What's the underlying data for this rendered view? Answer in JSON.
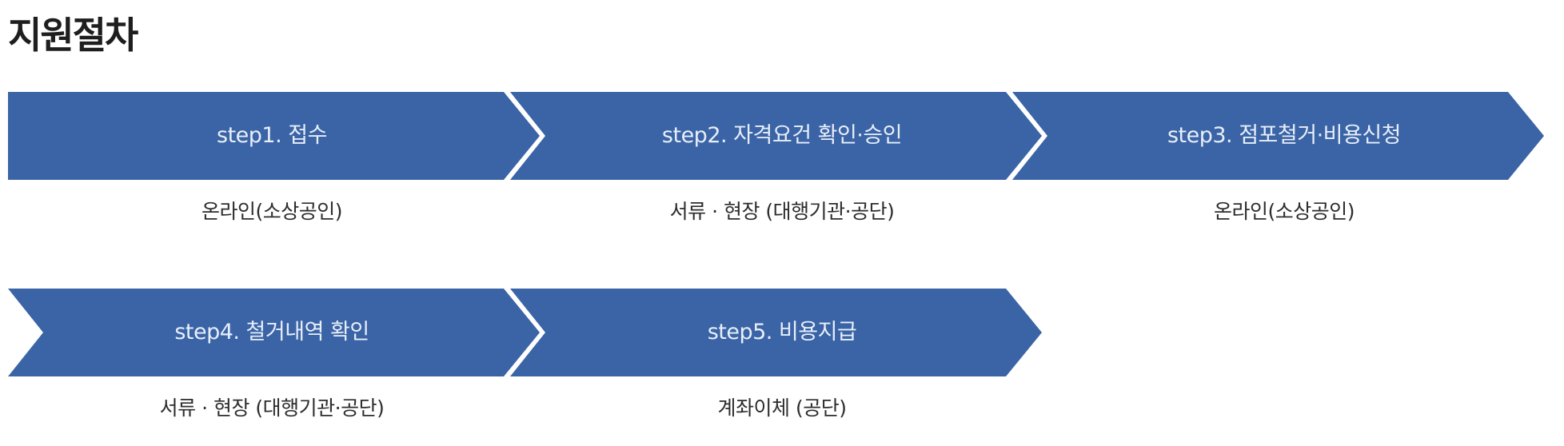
{
  "title": "지원절차",
  "colors": {
    "step_fill": "#3a64a6",
    "step_text": "#e8eef9",
    "title_text": "#1e1e1e",
    "desc_text": "#2d2d2d"
  },
  "steps": [
    {
      "label": "step1. 접수",
      "desc": "온라인(소상공인)"
    },
    {
      "label": "step2. 자격요건 확인·승인",
      "desc": "서류 · 현장 (대행기관·공단)"
    },
    {
      "label": "step3. 점포철거·비용신청",
      "desc": "온라인(소상공인)"
    },
    {
      "label": "step4. 철거내역 확인",
      "desc": "서류 · 현장 (대행기관·공단)"
    },
    {
      "label": "step5. 비용지급",
      "desc": "계좌이체 (공단)"
    }
  ]
}
